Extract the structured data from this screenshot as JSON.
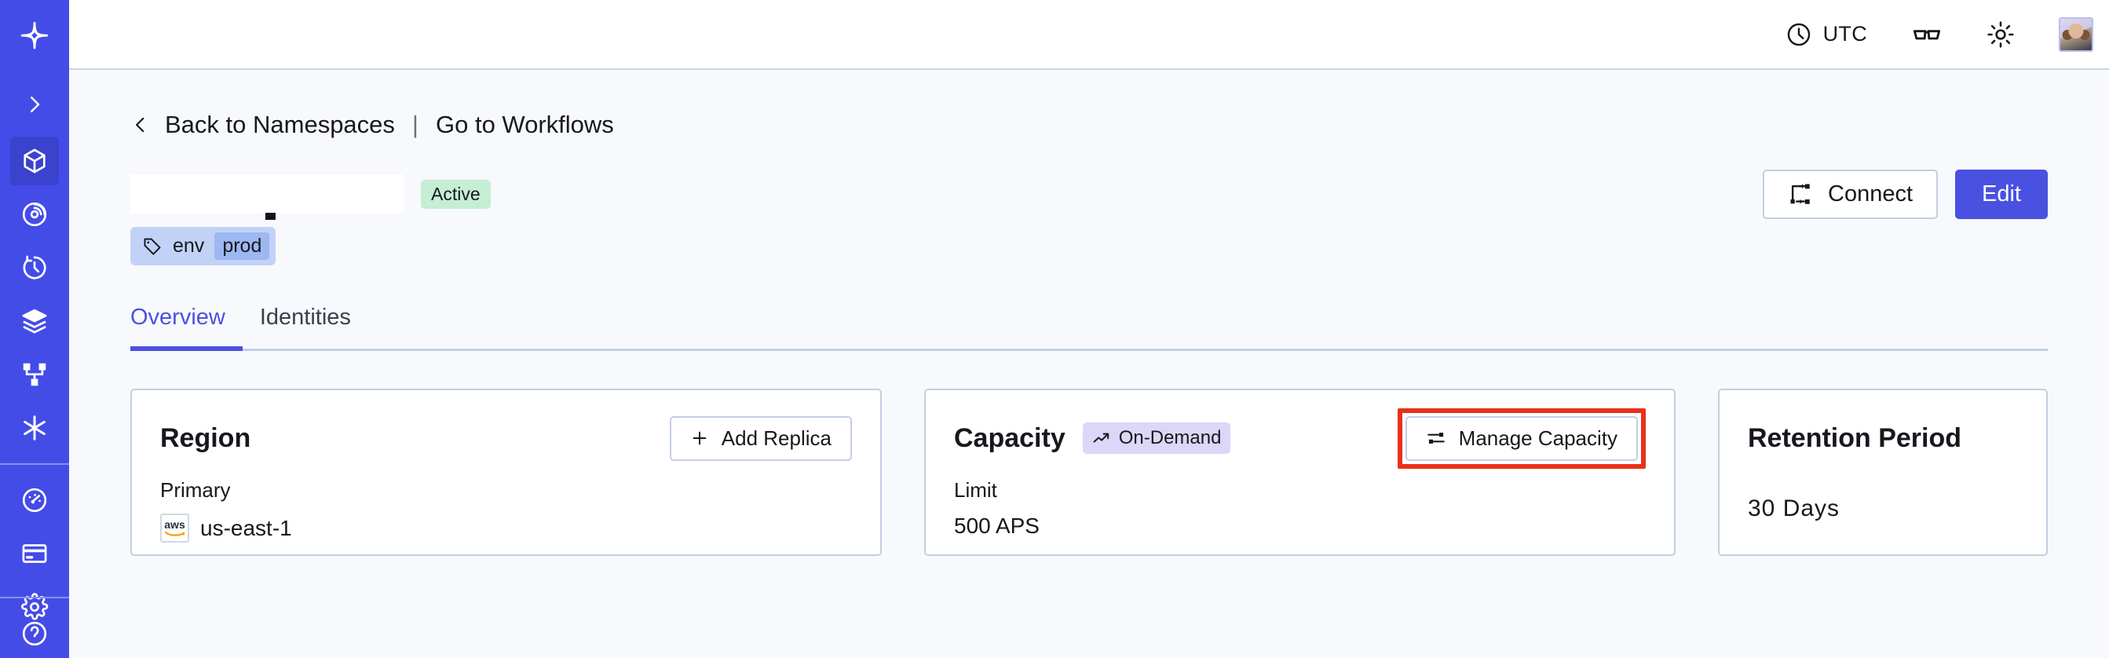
{
  "sidebar": {
    "logo_icon": "temporal-star-logo",
    "expand_icon": "chevron-right-icon",
    "items": [
      {
        "icon": "cube-icon",
        "name": "namespaces",
        "active": true
      },
      {
        "icon": "spiral-eye-icon",
        "name": "observability",
        "active": false
      },
      {
        "icon": "timer-icon",
        "name": "schedules",
        "active": false
      },
      {
        "icon": "layers-icon",
        "name": "batch-operations",
        "active": false
      },
      {
        "icon": "git-branch-icon",
        "name": "workflows",
        "active": false
      },
      {
        "icon": "asterisk-icon",
        "name": "nexus",
        "active": false
      }
    ],
    "items_secondary": [
      {
        "icon": "gauge-icon",
        "name": "usage",
        "active": false
      },
      {
        "icon": "credit-card-icon",
        "name": "billing",
        "active": false
      },
      {
        "icon": "gear-icon",
        "name": "settings",
        "active": false
      }
    ]
  },
  "topbar": {
    "timezone_icon": "clock-icon",
    "timezone_label": "UTC",
    "glasses_icon": "glasses-icon",
    "theme_icon": "sun-icon",
    "avatar_icon": "user-avatar"
  },
  "breadcrumb": {
    "back_icon": "chevron-left-icon",
    "back_label": "Back to Namespaces",
    "separator": "|",
    "link_label": "Go to Workflows"
  },
  "header": {
    "title": "",
    "status_badge": "Active",
    "connect_icon": "connection-flow-icon",
    "connect_label": "Connect",
    "edit_label": "Edit",
    "tag": {
      "icon": "tag-icon",
      "key": "env",
      "value": "prod"
    }
  },
  "tabs": [
    {
      "label": "Overview",
      "active": true
    },
    {
      "label": "Identities",
      "active": false
    }
  ],
  "cards": {
    "region": {
      "title": "Region",
      "action_icon": "plus-icon",
      "action_label": "Add Replica",
      "sublabel": "Primary",
      "provider_icon": "aws-logo",
      "provider_text": "aws",
      "value": "us-east-1"
    },
    "capacity": {
      "title": "Capacity",
      "badge_icon": "trending-up-icon",
      "badge_label": "On-Demand",
      "action_icon": "sliders-icon",
      "action_label": "Manage Capacity",
      "sublabel": "Limit",
      "value": "500 APS",
      "highlighted": true
    },
    "retention": {
      "title": "Retention Period",
      "value": "30  Days"
    }
  },
  "colors": {
    "sidebar_bg": "#444CE7",
    "accent": "#4A51E0",
    "page_bg": "#F7F9FC",
    "card_border": "#C3CEE2",
    "badge_active_bg": "#C6EED5",
    "badge_ondemand_bg": "#DDD6F8",
    "tag_bg": "#C2D2F7",
    "tag_value_bg": "#9DB7F2",
    "highlight": "#E8321A"
  }
}
